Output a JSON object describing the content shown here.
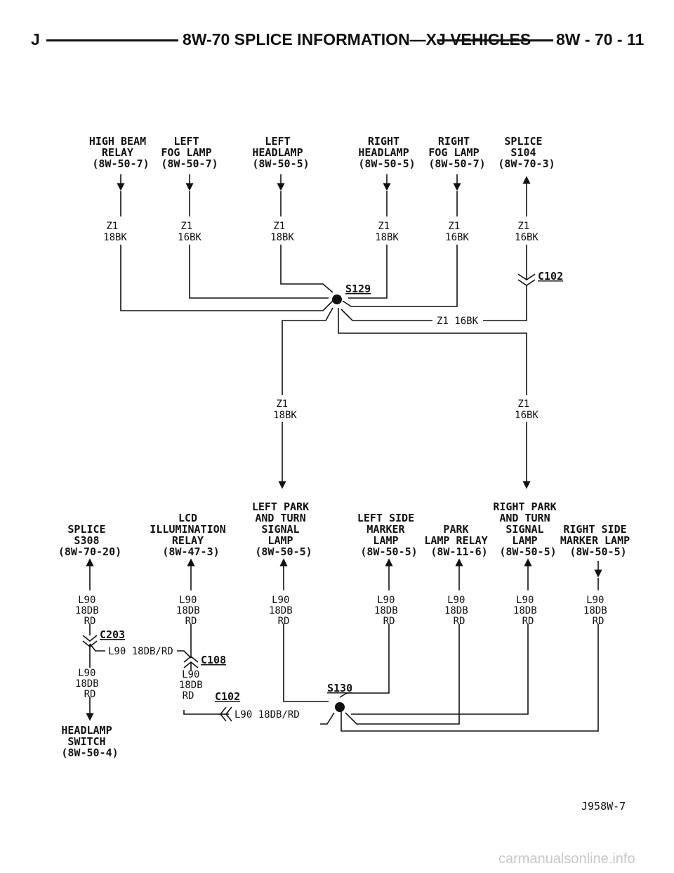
{
  "header": {
    "left": "J",
    "title": "8W-70 SPLICE INFORMATION—XJ VEHICLES",
    "page_number": "8W - 70 - 11"
  },
  "top_components": [
    {
      "lines": [
        "HIGH BEAM",
        "RELAY",
        "(8W-50-7)"
      ]
    },
    {
      "lines": [
        "LEFT",
        "FOG LAMP",
        "(8W-50-7)"
      ]
    },
    {
      "lines": [
        "LEFT",
        "HEADLAMP",
        "(8W-50-5)"
      ]
    },
    {
      "lines": [
        "RIGHT",
        "HEADLAMP",
        "(8W-50-5)"
      ]
    },
    {
      "lines": [
        "RIGHT",
        "FOG LAMP",
        "(8W-50-7)"
      ]
    },
    {
      "lines": [
        "SPLICE",
        "S104",
        "(8W-70-3)"
      ]
    }
  ],
  "top_wires": [
    {
      "circuit": "Z1",
      "gauge_color": "18BK"
    },
    {
      "circuit": "Z1",
      "gauge_color": "16BK"
    },
    {
      "circuit": "Z1",
      "gauge_color": "18BK"
    },
    {
      "circuit": "Z1",
      "gauge_color": "18BK"
    },
    {
      "circuit": "Z1",
      "gauge_color": "16BK"
    },
    {
      "circuit": "Z1",
      "gauge_color": "16BK"
    }
  ],
  "top_connector": "C102",
  "top_splice": "S129",
  "z1_horizontal": "Z1 16BK",
  "mid_wires": [
    {
      "circuit": "Z1",
      "gauge_color": "18BK"
    },
    {
      "circuit": "Z1",
      "gauge_color": "16BK"
    }
  ],
  "bottom_components": [
    {
      "lines": [
        "SPLICE",
        "S308",
        "(8W-70-20)"
      ]
    },
    {
      "lines": [
        "LCD",
        "ILLUMINATION",
        "RELAY",
        "(8W-47-3)"
      ]
    },
    {
      "lines": [
        "LEFT PARK",
        "AND TURN",
        "SIGNAL",
        "LAMP",
        "(8W-50-5)"
      ]
    },
    {
      "lines": [
        "LEFT SIDE",
        "MARKER",
        "LAMP",
        "(8W-50-5)"
      ]
    },
    {
      "lines": [
        "PARK",
        "LAMP RELAY",
        "(8W-11-6)"
      ]
    },
    {
      "lines": [
        "RIGHT PARK",
        "AND TURN",
        "SIGNAL",
        "LAMP",
        "(8W-50-5)"
      ]
    },
    {
      "lines": [
        "RIGHT SIDE",
        "MARKER LAMP",
        "(8W-50-5)"
      ]
    }
  ],
  "bottom_wires": [
    {
      "lines": [
        "L90",
        "18DB",
        "RD"
      ]
    },
    {
      "lines": [
        "L90",
        "18DB",
        "RD"
      ]
    },
    {
      "lines": [
        "L90",
        "18DB",
        "RD"
      ]
    },
    {
      "lines": [
        "L90",
        "18DB",
        "RD"
      ]
    },
    {
      "lines": [
        "L90",
        "18DB",
        "RD"
      ]
    },
    {
      "lines": [
        "L90",
        "18DB",
        "RD"
      ]
    },
    {
      "lines": [
        "L90",
        "18DB",
        "RD"
      ]
    }
  ],
  "c203": "C203",
  "c203_side_wire": "L90 18DB/RD",
  "c108": "C108",
  "c102_bottom": "C102",
  "c102_side_wire": "L90 18DB/RD",
  "s130": "S130",
  "after_c203_wire": {
    "lines": [
      "L90",
      "18DB",
      "RD"
    ]
  },
  "after_c108_wire": {
    "lines": [
      "L90",
      "18DB",
      "RD"
    ]
  },
  "headlamp_switch": {
    "lines": [
      "HEADLAMP",
      "SWITCH",
      "(8W-50-4)"
    ]
  },
  "figure_id": "J958W-7",
  "watermark": "carmanualsonline.info",
  "colors": {
    "ink": "#111111",
    "paper": "#ffffff"
  }
}
